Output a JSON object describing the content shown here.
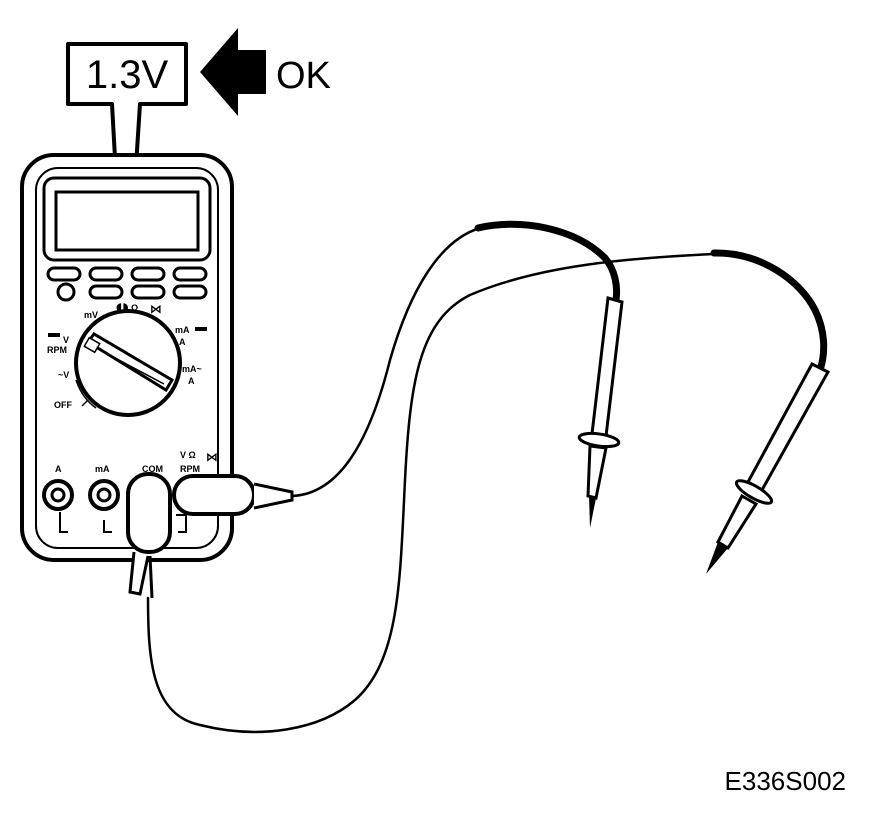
{
  "callout": {
    "reading": "1.3V",
    "verdict": "OK"
  },
  "dial_labels": {
    "mv": "mV",
    "ohm": "Ω",
    "ma_dc": "mA",
    "a_dc": "A",
    "v_dc": "V",
    "rpm": "RPM",
    "v_ac": "~V",
    "ma_ac": "mA~",
    "a_ac": "A",
    "off": "OFF"
  },
  "jack_labels": {
    "a": "A",
    "ma": "mA",
    "com": "COM",
    "v_ohm": "V  Ω",
    "rpm": "RPM"
  },
  "figure_code": "E336S002"
}
